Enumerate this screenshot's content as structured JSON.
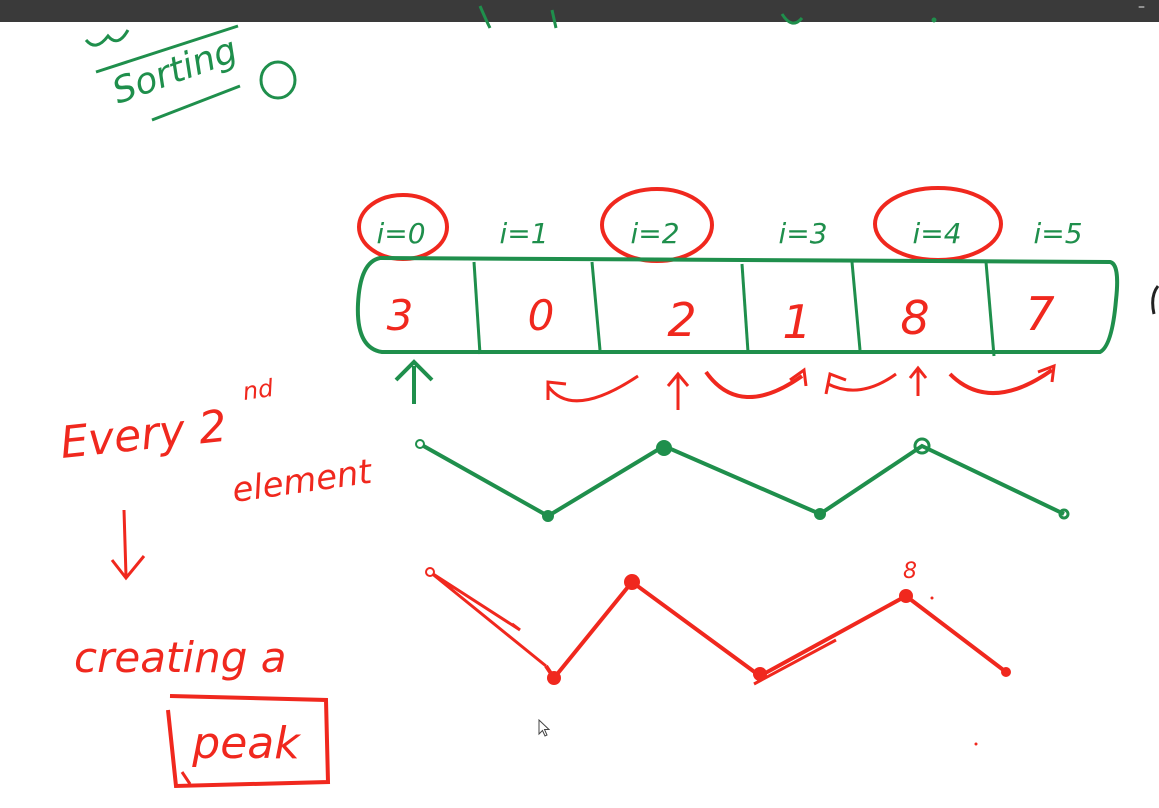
{
  "window": {
    "minimize_glyph": "–"
  },
  "colors": {
    "green_ink": "#1f8f4c",
    "red_ink": "#f0281e",
    "topbar": "#3a3a3a",
    "background": "#ffffff"
  },
  "heading": {
    "text": "Sorting"
  },
  "array": {
    "indices": [
      "i=0",
      "i=1",
      "i=2",
      "i=3",
      "i=4",
      "i=5"
    ],
    "values": [
      "3",
      "0",
      "2",
      "1",
      "8",
      "7"
    ],
    "circled_indices": [
      0,
      2,
      4
    ]
  },
  "notes": {
    "line1": "Every 2",
    "superscript": "nd",
    "line2": "element",
    "arrow": "↓",
    "line3": "creating a",
    "boxed": "peak",
    "peak_value": "8"
  }
}
